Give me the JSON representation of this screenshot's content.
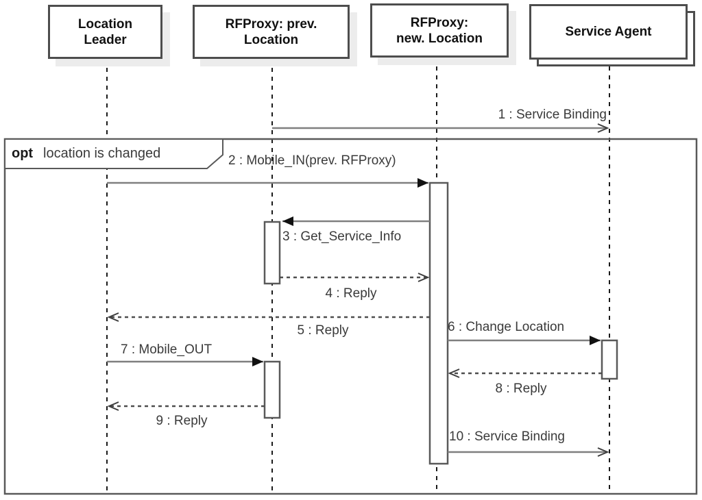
{
  "diagram_type": "uml-sequence-diagram",
  "colors": {
    "background": "#ffffff",
    "box_border": "#4d4d4d",
    "box_shadow": "#ececec",
    "frame_border": "#595959",
    "solid_message_line": "#7f7f7f",
    "dashed_message_line": "#4d4d4d",
    "lifeline": "#1a1a1a",
    "arrow_filled": "#111111",
    "label_text": "#3a3a3a"
  },
  "lifelines": [
    {
      "full_name": "Location Leader",
      "name_lines": [
        "Location",
        "Leader"
      ],
      "multiobject": false
    },
    {
      "full_name": "RFProxy: prev. Location",
      "name_lines": [
        "RFProxy: prev.",
        "Location"
      ],
      "multiobject": false
    },
    {
      "full_name": "RFProxy: new. Location",
      "name_lines": [
        "RFProxy:",
        "new. Location"
      ],
      "multiobject": false
    },
    {
      "full_name": "Service Agent",
      "name_lines": [
        "Service Agent"
      ],
      "multiobject": true
    }
  ],
  "fragment": {
    "operator": "opt",
    "guard": "location is changed"
  },
  "messages": [
    {
      "label": "1 : Service Binding",
      "from": "RFProxy: prev. Location",
      "to": "Service Agent",
      "line": "solid",
      "arrow": "open"
    },
    {
      "label": "2 : Mobile_IN(prev. RFProxy)",
      "from": "Location Leader",
      "to": "RFProxy: new. Location",
      "line": "solid",
      "arrow": "filled"
    },
    {
      "label": "3 : Get_Service_Info",
      "from": "RFProxy: new. Location",
      "to": "RFProxy: prev. Location",
      "line": "solid",
      "arrow": "filled"
    },
    {
      "label": "4 : Reply",
      "from": "RFProxy: prev. Location",
      "to": "RFProxy: new. Location",
      "line": "dashed",
      "arrow": "open"
    },
    {
      "label": "5 : Reply",
      "from": "RFProxy: new. Location",
      "to": "Location Leader",
      "line": "dashed",
      "arrow": "open"
    },
    {
      "label": "6 : Change Location",
      "from": "RFProxy: new. Location",
      "to": "Service Agent",
      "line": "solid",
      "arrow": "filled"
    },
    {
      "label": "7 : Mobile_OUT",
      "from": "Location Leader",
      "to": "RFProxy: prev. Location",
      "line": "solid",
      "arrow": "filled"
    },
    {
      "label": "8 : Reply",
      "from": "Service Agent",
      "to": "RFProxy: new. Location",
      "line": "dashed",
      "arrow": "open"
    },
    {
      "label": "9 : Reply",
      "from": "RFProxy: prev. Location",
      "to": "Location Leader",
      "line": "dashed",
      "arrow": "open"
    },
    {
      "label": "10 : Service Binding",
      "from": "RFProxy: new. Location",
      "to": "Service Agent",
      "line": "solid",
      "arrow": "open"
    }
  ]
}
